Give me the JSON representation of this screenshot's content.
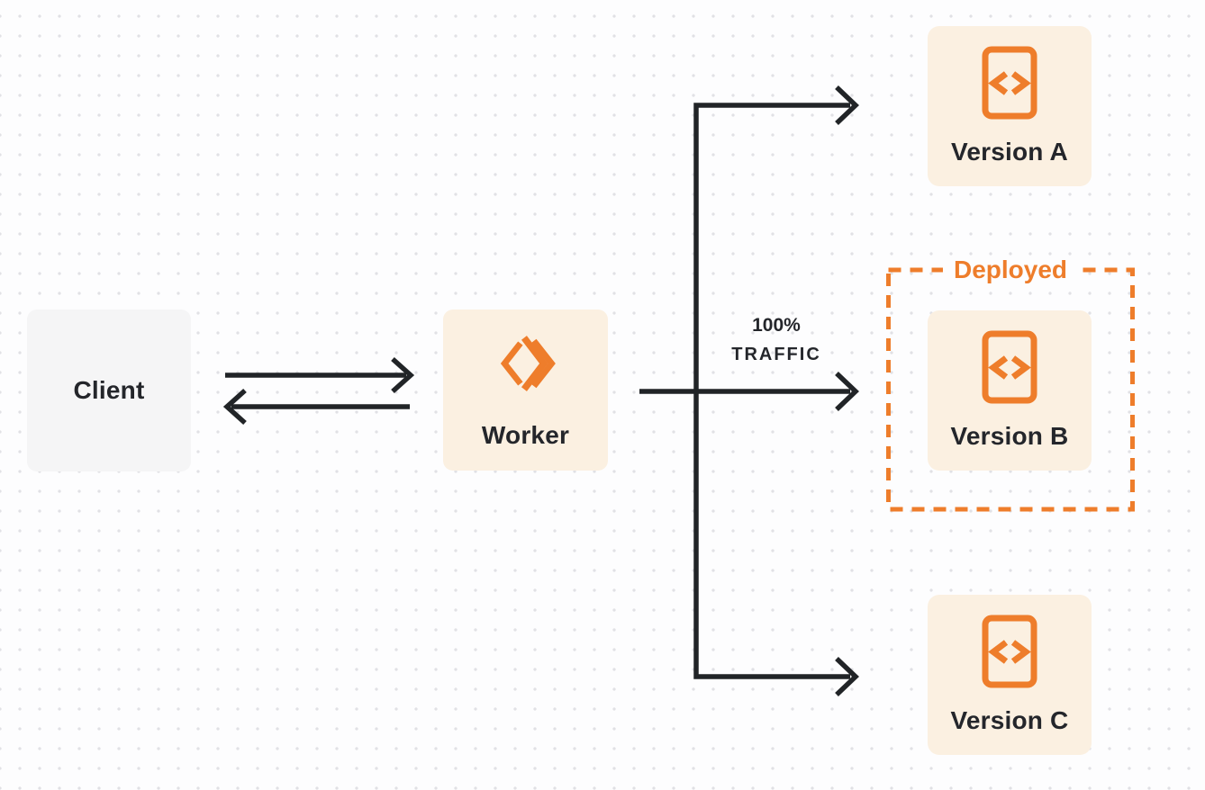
{
  "colors": {
    "page_bg": "#fdfdfe",
    "dot": "#e1e1e5",
    "accent_orange": "#ee7d2b",
    "cream": "#fbf0e1",
    "light_gray": "#f5f5f6",
    "arrow": "#212427",
    "text": "#24262b"
  },
  "nodes": {
    "client": {
      "label": "Client"
    },
    "worker": {
      "label": "Worker",
      "icon": "cloudflare-workers-logo-icon"
    },
    "version_a": {
      "label": "Version A",
      "icon": "code-file-icon"
    },
    "version_b": {
      "label": "Version B",
      "icon": "code-file-icon"
    },
    "version_c": {
      "label": "Version C",
      "icon": "code-file-icon"
    }
  },
  "groups": {
    "deployed": {
      "label": "Deployed",
      "contains": [
        "Version B"
      ]
    }
  },
  "edges": {
    "client_to_worker": {
      "from": "Client",
      "to": "Worker"
    },
    "worker_to_client": {
      "from": "Worker",
      "to": "Client"
    },
    "worker_to_version_a": {
      "from": "Worker",
      "to": "Version A"
    },
    "worker_to_version_b": {
      "from": "Worker",
      "to": "Version B",
      "label_line1": "100%",
      "label_line2": "TRAFFIC"
    },
    "worker_to_version_c": {
      "from": "Worker",
      "to": "Version C"
    }
  }
}
